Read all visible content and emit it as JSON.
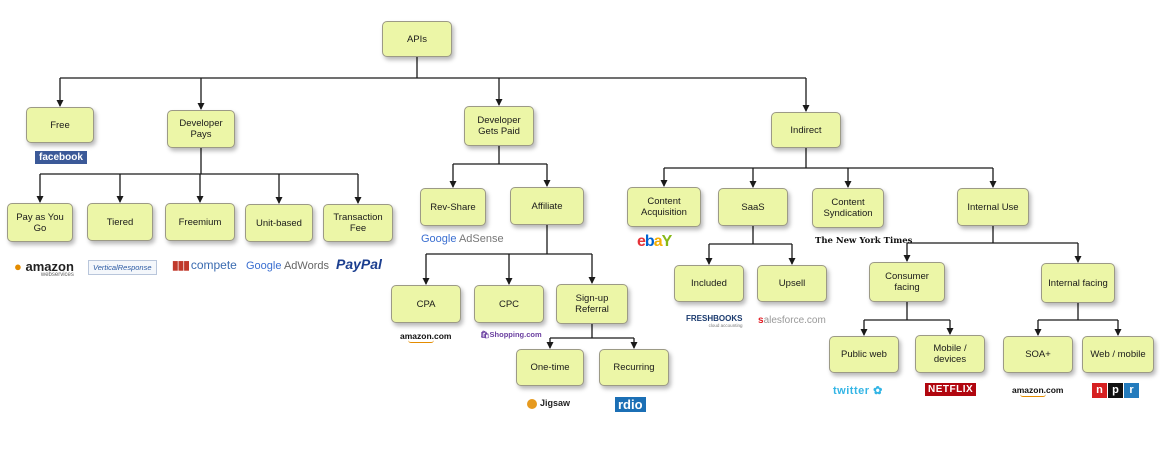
{
  "diagram": {
    "nodes": {
      "apis": "APIs",
      "free": "Free",
      "developer_pays": "Developer\nPays",
      "developer_gets_paid": "Developer\nGets Paid",
      "indirect": "Indirect",
      "pay_as_you_go": "Pay as You\nGo",
      "tiered": "Tiered",
      "freemium": "Freemium",
      "unit_based": "Unit-based",
      "transaction_fee": "Transaction\nFee",
      "rev_share": "Rev-Share",
      "affiliate": "Affiliate",
      "cpa": "CPA",
      "cpc": "CPC",
      "signup_referral": "Sign-up\nReferral",
      "one_time": "One-time",
      "recurring": "Recurring",
      "content_acquisition": "Content\nAcquisition",
      "saas": "SaaS",
      "content_syndication": "Content\nSyndication",
      "internal_use": "Internal Use",
      "included": "Included",
      "upsell": "Upsell",
      "consumer_facing": "Consumer\nfacing",
      "internal_facing": "Internal facing",
      "public_web": "Public web",
      "mobile_devices": "Mobile /\ndevices",
      "soa_plus": "SOA+",
      "web_mobile": "Web / mobile"
    },
    "logos": {
      "facebook": "facebook",
      "amazon_webservices": "amazon",
      "amazon_webservices_sub": "webservices",
      "vertical_response": "VerticalResponse",
      "compete": "compete",
      "google_adwords_brand": "Google",
      "google_adwords_product": "AdWords",
      "paypal": "PayPal",
      "google_adsense_brand": "Google",
      "google_adsense_product": "AdSense",
      "amazon_cpa": "amazon.com",
      "shopping": "Shopping.com",
      "jigsaw": "Jigsaw",
      "rdio": "rdio",
      "ebay_e": "e",
      "ebay_b": "b",
      "ebay_a": "a",
      "ebay_y": "Y",
      "nytimes": "The New York Times",
      "freshbooks": "FRESHBOOKS",
      "freshbooks_sub": "cloud accounting",
      "salesforce_s": "s",
      "salesforce_rest": "alesforce.com",
      "twitter": "twitter",
      "netflix": "NETFLIX",
      "amazon_soa": "amazon.com",
      "npr_n": "n",
      "npr_p": "p",
      "npr_r": "r"
    }
  },
  "colors": {
    "node_fill": "#ecf6a7",
    "node_border": "#9c9a86",
    "connector": "#1a1a1a"
  }
}
